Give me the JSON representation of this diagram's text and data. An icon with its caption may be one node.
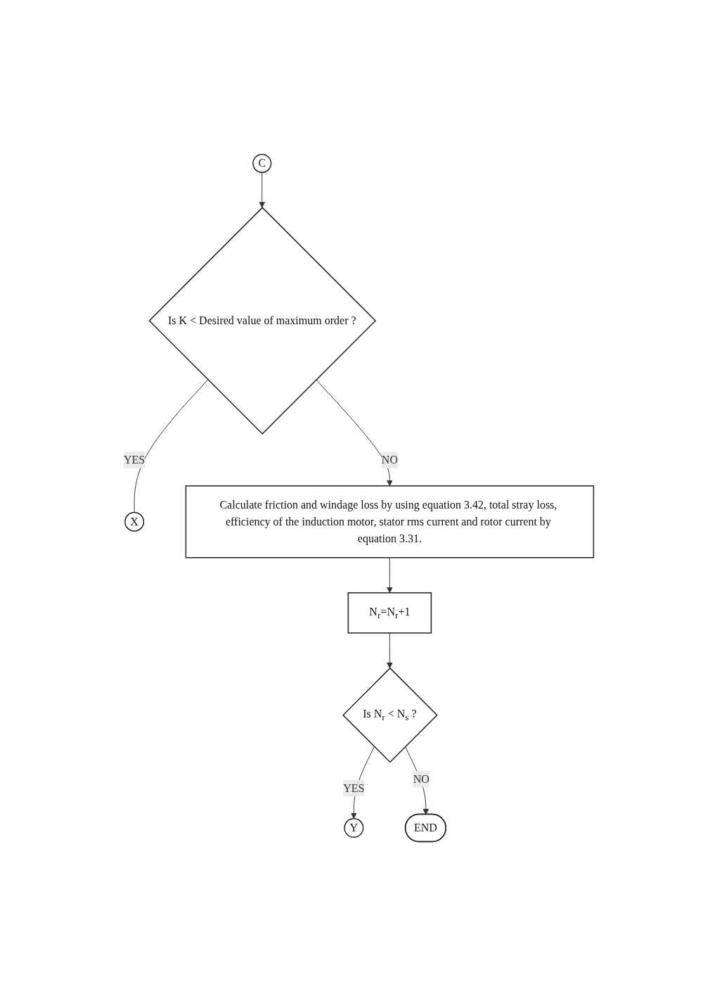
{
  "diagram": {
    "nodes": [
      {
        "text": [
          "C"
        ]
      },
      {
        "text": [
          "Is K < Desired value of maximum order ?"
        ]
      },
      {
        "text": [
          "X"
        ]
      },
      {
        "text": [
          "Calculate friction and windage loss by using equation 3.42, total stray loss, efficiency of the induction motor, stator rms current and rotor current by equation 3.31."
        ]
      },
      {
        "text": [
          "N$_{r}$=N$_{r}$+1"
        ]
      },
      {
        "text": [
          "Is N$_{r}$ < N$_{s}$ ?"
        ]
      },
      {
        "text": [
          "Y"
        ]
      },
      {
        "text": [
          "END"
        ]
      }
    ],
    "edges": [
      {
        "from": 0,
        "to": 1,
        "arrow": "to"
      },
      {
        "from": 1,
        "to": 2,
        "arrow": "none",
        "label": "YES"
      },
      {
        "from": 1,
        "to": 3,
        "arrow": "to",
        "label": "NO"
      },
      {
        "from": 3,
        "to": 4,
        "arrow": "to"
      },
      {
        "from": 4,
        "to": 5,
        "arrow": "to"
      },
      {
        "from": 5,
        "to": 6,
        "arrow": "to",
        "label": "YES"
      },
      {
        "from": 5,
        "to": 7,
        "arrow": "to",
        "label": "NO"
      }
    ]
  }
}
